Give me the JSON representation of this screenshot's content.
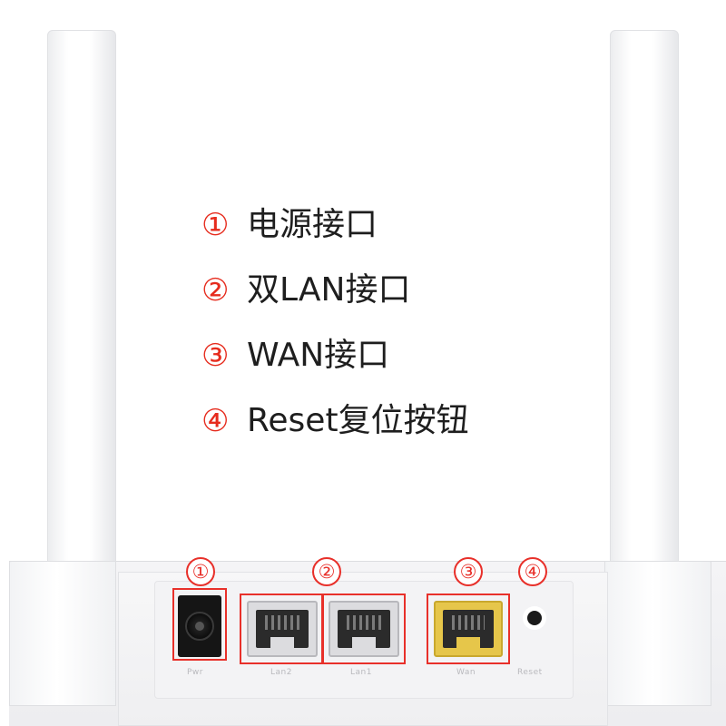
{
  "legend": [
    {
      "num": "①",
      "text": "电源接口"
    },
    {
      "num": "②",
      "text": "双LAN接口"
    },
    {
      "num": "③",
      "text": "WAN接口"
    },
    {
      "num": "④",
      "text": "Reset复位按钮"
    }
  ],
  "callouts": [
    "①",
    "②",
    "③",
    "④"
  ],
  "port_labels": {
    "pwr": "Pwr",
    "lan2": "Lan2",
    "lan1": "Lan1",
    "wan": "Wan",
    "reset": "Reset"
  },
  "colors": {
    "accent": "#e8302a",
    "wan_port": "#e6c64a",
    "text": "#1e1e1e",
    "background": "#ffffff"
  }
}
